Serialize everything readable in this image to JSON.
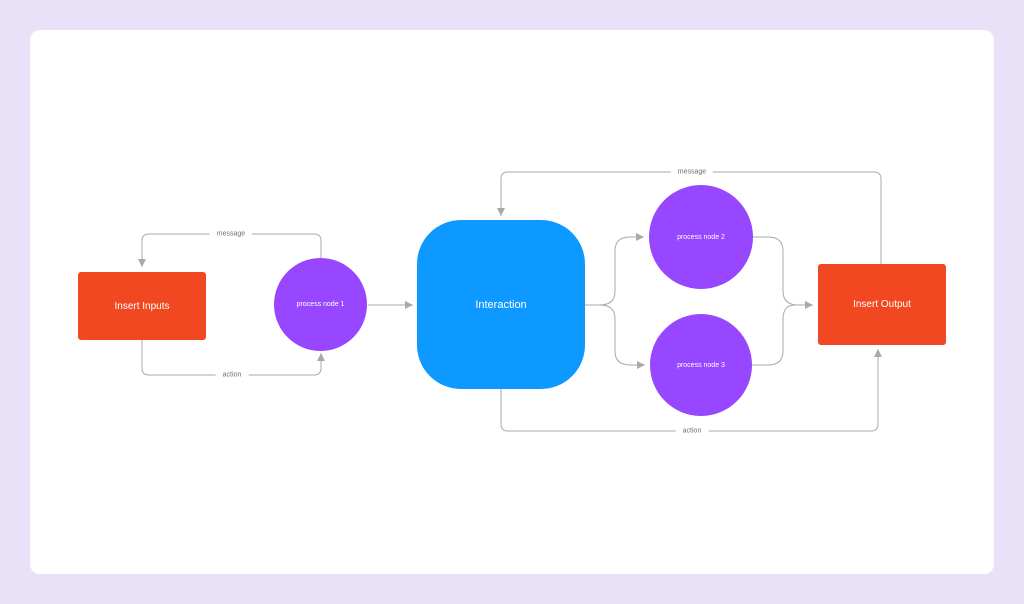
{
  "canvas": {
    "frame_background": "#E9E1F8",
    "canvas_background": "#FFFFFF"
  },
  "nodes": {
    "insert_inputs": {
      "label": "Insert Inputs",
      "color": "#F24822",
      "shape": "rectangle"
    },
    "process_node_1": {
      "label": "process node 1",
      "color": "#9747FF",
      "shape": "circle"
    },
    "interaction": {
      "label": "Interaction",
      "color": "#0D99FF",
      "shape": "rounded-square"
    },
    "process_node_2": {
      "label": "process node 2",
      "color": "#9747FF",
      "shape": "circle"
    },
    "process_node_3": {
      "label": "process node 3",
      "color": "#9747FF",
      "shape": "circle"
    },
    "insert_output": {
      "label": "Insert Output",
      "color": "#F24822",
      "shape": "rectangle"
    }
  },
  "edges": {
    "left_message_label": "message",
    "left_action_label": "action",
    "right_message_label": "message",
    "right_action_label": "action"
  },
  "colors": {
    "connector": "#A9A9A9",
    "edge_label_text": "#6F6F6F",
    "node_text": "#FFFFFF"
  }
}
